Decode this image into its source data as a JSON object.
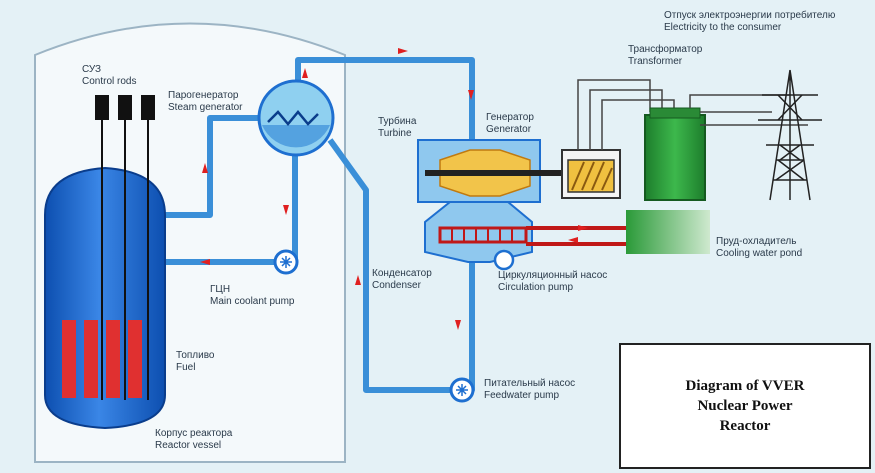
{
  "colors": {
    "background": "#e4f1f6",
    "water": "#1e6fd0",
    "pipe": "#3a8fd8",
    "fuel": "#e03030",
    "transformer": "#2c9a3a",
    "generator": "#f0c040",
    "arrow": "#e02020"
  },
  "labels": {
    "control_rods": {
      "ru": "СУЗ",
      "en": "Control rods"
    },
    "steam_generator": {
      "ru": "Парогенератор",
      "en": "Steam generator"
    },
    "turbine": {
      "ru": "Турбина",
      "en": "Turbine"
    },
    "generator": {
      "ru": "Генератор",
      "en": "Generator"
    },
    "transformer": {
      "ru": "Трансформатор",
      "en": "Transformer"
    },
    "electricity": {
      "ru": "Отпуск электроэнергии потребителю",
      "en": "Electricity to the consumer"
    },
    "cooling_pond": {
      "ru": "Пруд-охладитель",
      "en": "Cooling water pond"
    },
    "circulation_pump": {
      "ru": "Циркуляционный насос",
      "en": "Circulation pump"
    },
    "condenser": {
      "ru": "Конденсатор",
      "en": "Condenser"
    },
    "main_coolant_pump": {
      "ru": "ГЦН",
      "en": "Main coolant pump"
    },
    "fuel": {
      "ru": "Топливо",
      "en": "Fuel"
    },
    "reactor_vessel": {
      "ru": "Корпус реактора",
      "en": "Reactor vessel"
    },
    "feedwater_pump": {
      "ru": "Питательный насос",
      "en": "Feedwater pump"
    }
  },
  "caption": {
    "line1": "Diagram of VVER",
    "line2": "Nuclear Power",
    "line3": "Reactor"
  }
}
